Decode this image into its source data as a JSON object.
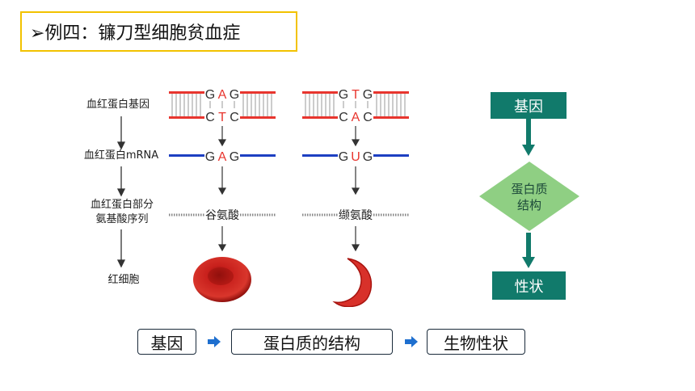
{
  "title": "➢例四：镰刀型细胞贫血症",
  "left_labels": {
    "gene": "血红蛋白基因",
    "mrna": "血红蛋白mRNA",
    "seq_line1": "血红蛋白部分",
    "seq_line2": "氨基酸序列",
    "cell": "红细胞"
  },
  "normal": {
    "dna_top": [
      "G",
      "A",
      "G"
    ],
    "dna_bottom": [
      "C",
      "T",
      "C"
    ],
    "mrna": [
      "G",
      "A",
      "G"
    ],
    "amino_acid": "谷氨酸"
  },
  "sickle": {
    "dna_top": [
      "G",
      "T",
      "G"
    ],
    "dna_bottom": [
      "C",
      "A",
      "C"
    ],
    "mrna": [
      "G",
      "U",
      "G"
    ],
    "amino_acid": "缬氨酸"
  },
  "flow": {
    "gene": "基因",
    "protein_line1": "蛋白质",
    "protein_line2": "结构",
    "trait": "性状"
  },
  "bottom": {
    "gene": "基因",
    "protein": "蛋白质的结构",
    "trait": "生物性状"
  },
  "colors": {
    "dna_strand": "#e8352e",
    "mrna_strand": "#1d3fc2",
    "mutated_base": "#e8352e",
    "flow_node": "#117a6b",
    "flow_diamond": "#8fcf83",
    "bottom_arrow": "#1e6fcf",
    "title_border": "#f2c200"
  }
}
